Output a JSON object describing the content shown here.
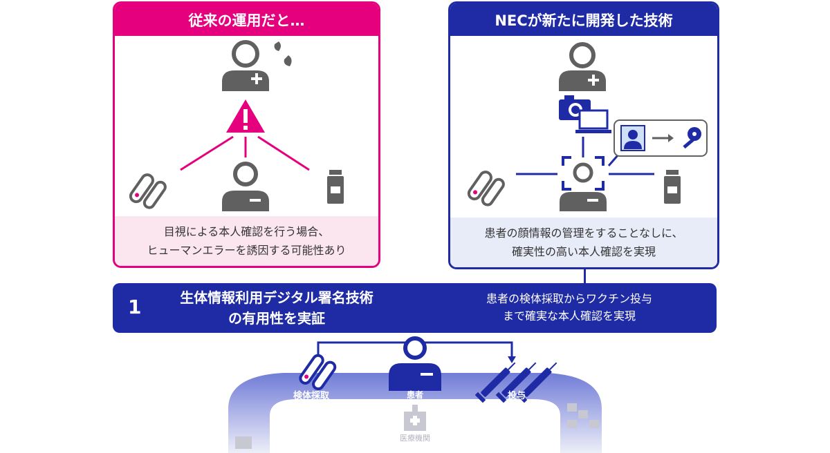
{
  "left_panel": {
    "title": "従来の運用だと…",
    "caption_line1": "目視による本人確認を行う場合、",
    "caption_line2": "ヒューマンエラーを誘因する可能性あり",
    "accent_color": "#e5007e"
  },
  "right_panel": {
    "title": "NECが新たに開発した技術",
    "caption_line1": "患者の顔情報の管理をすることなしに、",
    "caption_line2": "確実性の高い本人確認を実現",
    "accent_color": "#1e2ba5"
  },
  "banner": {
    "number": "1",
    "title_line1": "生体情報利用デジタル署名技術",
    "title_line2": "の有用性を実証",
    "desc_line1": "患者の検体採取からワクチン投与",
    "desc_line2": "まで確実な本人確認を実現"
  },
  "scene": {
    "label_sample": "検体採取",
    "label_patient": "患者",
    "label_administer": "投与",
    "label_facility": "医療機関"
  },
  "icons": [
    "doctor-icon",
    "sweat-drops-icon",
    "warning-icon",
    "test-tube-icon",
    "patient-icon",
    "vial-icon",
    "camera-icon",
    "laptop-icon",
    "face-scan-icon",
    "face-id-card-icon",
    "arrow-right-icon",
    "key-icon",
    "syringe-icon",
    "hospital-icon",
    "boxes-icon"
  ]
}
